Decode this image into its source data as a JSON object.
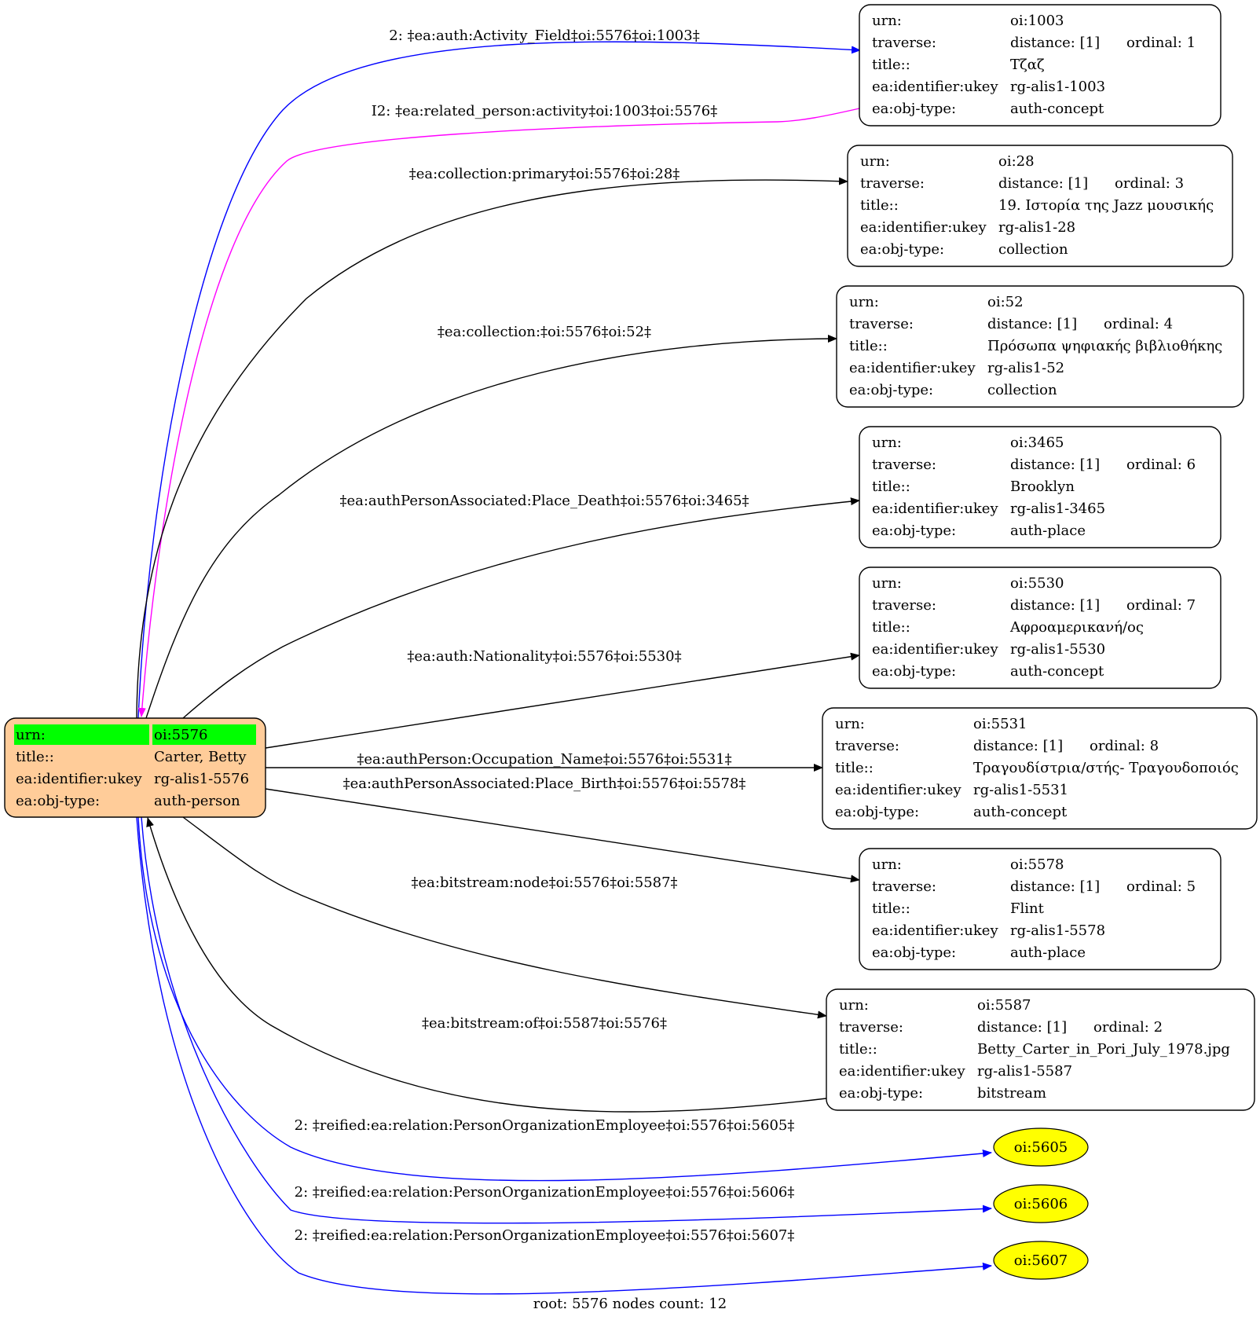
{
  "root": {
    "id": "oi:5576",
    "rows": [
      {
        "key": "urn:",
        "value": "oi:5576"
      },
      {
        "key": "title::",
        "value": "Carter, Betty"
      },
      {
        "key": "ea:identifier:ukey",
        "value": "rg-alis1-5576"
      },
      {
        "key": "ea:obj-type:",
        "value": "auth-person"
      }
    ],
    "fill": "#ffcc99",
    "urn_highlight": "#00ff00"
  },
  "nodes": [
    {
      "id": "n1003",
      "urn": "oi:1003",
      "distance": "distance: [1]",
      "ordinal": "ordinal: 1",
      "title": "Τζαζ",
      "ukey": "rg-alis1-1003",
      "objtype": "auth-concept"
    },
    {
      "id": "n28",
      "urn": "oi:28",
      "distance": "distance: [1]",
      "ordinal": "ordinal: 3",
      "title": "19. Ιστορία της Jazz μουσικής",
      "ukey": "rg-alis1-28",
      "objtype": "collection"
    },
    {
      "id": "n52",
      "urn": "oi:52",
      "distance": "distance: [1]",
      "ordinal": "ordinal: 4",
      "title": "Πρόσωπα ψηφιακής βιβλιοθήκης",
      "ukey": "rg-alis1-52",
      "objtype": "collection"
    },
    {
      "id": "n3465",
      "urn": "oi:3465",
      "distance": "distance: [1]",
      "ordinal": "ordinal: 6",
      "title": "Brooklyn",
      "ukey": "rg-alis1-3465",
      "objtype": "auth-place"
    },
    {
      "id": "n5530",
      "urn": "oi:5530",
      "distance": "distance: [1]",
      "ordinal": "ordinal: 7",
      "title": "Αφροαμερικανή/ος",
      "ukey": "rg-alis1-5530",
      "objtype": "auth-concept"
    },
    {
      "id": "n5531",
      "urn": "oi:5531",
      "distance": "distance: [1]",
      "ordinal": "ordinal: 8",
      "title": "Τραγουδίστρια/στής- Τραγουδοποιός",
      "ukey": "rg-alis1-5531",
      "objtype": "auth-concept"
    },
    {
      "id": "n5578",
      "urn": "oi:5578",
      "distance": "distance: [1]",
      "ordinal": "ordinal: 5",
      "title": "Flint",
      "ukey": "rg-alis1-5578",
      "objtype": "auth-place"
    },
    {
      "id": "n5587",
      "urn": "oi:5587",
      "distance": "distance: [1]",
      "ordinal": "ordinal: 2",
      "title": "Betty_Carter_in_Pori_July_1978.jpg",
      "ukey": "rg-alis1-5587",
      "objtype": "bitstream"
    }
  ],
  "row_keys": {
    "urn": "urn:",
    "traverse": "traverse:",
    "title": "title::",
    "ukey": "ea:identifier:ukey",
    "objtype": "ea:obj-type:"
  },
  "ellipses": [
    {
      "id": "e5605",
      "label": "oi:5605"
    },
    {
      "id": "e5606",
      "label": "oi:5606"
    },
    {
      "id": "e5607",
      "label": "oi:5607"
    }
  ],
  "ellipse_fill": "#ffff00",
  "edges": [
    {
      "id": "ed1",
      "label": "2: ‡ea:auth:Activity_Field‡oi:5576‡oi:1003‡",
      "color": "#0000ff"
    },
    {
      "id": "ed2",
      "label": "I2: ‡ea:related_person:activity‡oi:1003‡oi:5576‡",
      "color": "#ff00ff"
    },
    {
      "id": "ed3",
      "label": "‡ea:collection:primary‡oi:5576‡oi:28‡",
      "color": "#000000"
    },
    {
      "id": "ed4",
      "label": "‡ea:collection:‡oi:5576‡oi:52‡",
      "color": "#000000"
    },
    {
      "id": "ed5",
      "label": "‡ea:authPersonAssociated:Place_Death‡oi:5576‡oi:3465‡",
      "color": "#000000"
    },
    {
      "id": "ed6",
      "label": "‡ea:auth:Nationality‡oi:5576‡oi:5530‡",
      "color": "#000000"
    },
    {
      "id": "ed7",
      "label": "‡ea:authPerson:Occupation_Name‡oi:5576‡oi:5531‡",
      "color": "#000000"
    },
    {
      "id": "ed8",
      "label": "‡ea:authPersonAssociated:Place_Birth‡oi:5576‡oi:5578‡",
      "color": "#000000"
    },
    {
      "id": "ed9",
      "label": "‡ea:bitstream:node‡oi:5576‡oi:5587‡",
      "color": "#000000"
    },
    {
      "id": "ed10",
      "label": "‡ea:bitstream:of‡oi:5587‡oi:5576‡",
      "color": "#000000"
    },
    {
      "id": "ed11",
      "label": "2: ‡reified:ea:relation:PersonOrganizationEmployee‡oi:5576‡oi:5605‡",
      "color": "#0000ff"
    },
    {
      "id": "ed12",
      "label": "2: ‡reified:ea:relation:PersonOrganizationEmployee‡oi:5576‡oi:5606‡",
      "color": "#0000ff"
    },
    {
      "id": "ed13",
      "label": "2: ‡reified:ea:relation:PersonOrganizationEmployee‡oi:5576‡oi:5607‡",
      "color": "#0000ff"
    }
  ],
  "footer": "root: 5576 nodes count: 12"
}
